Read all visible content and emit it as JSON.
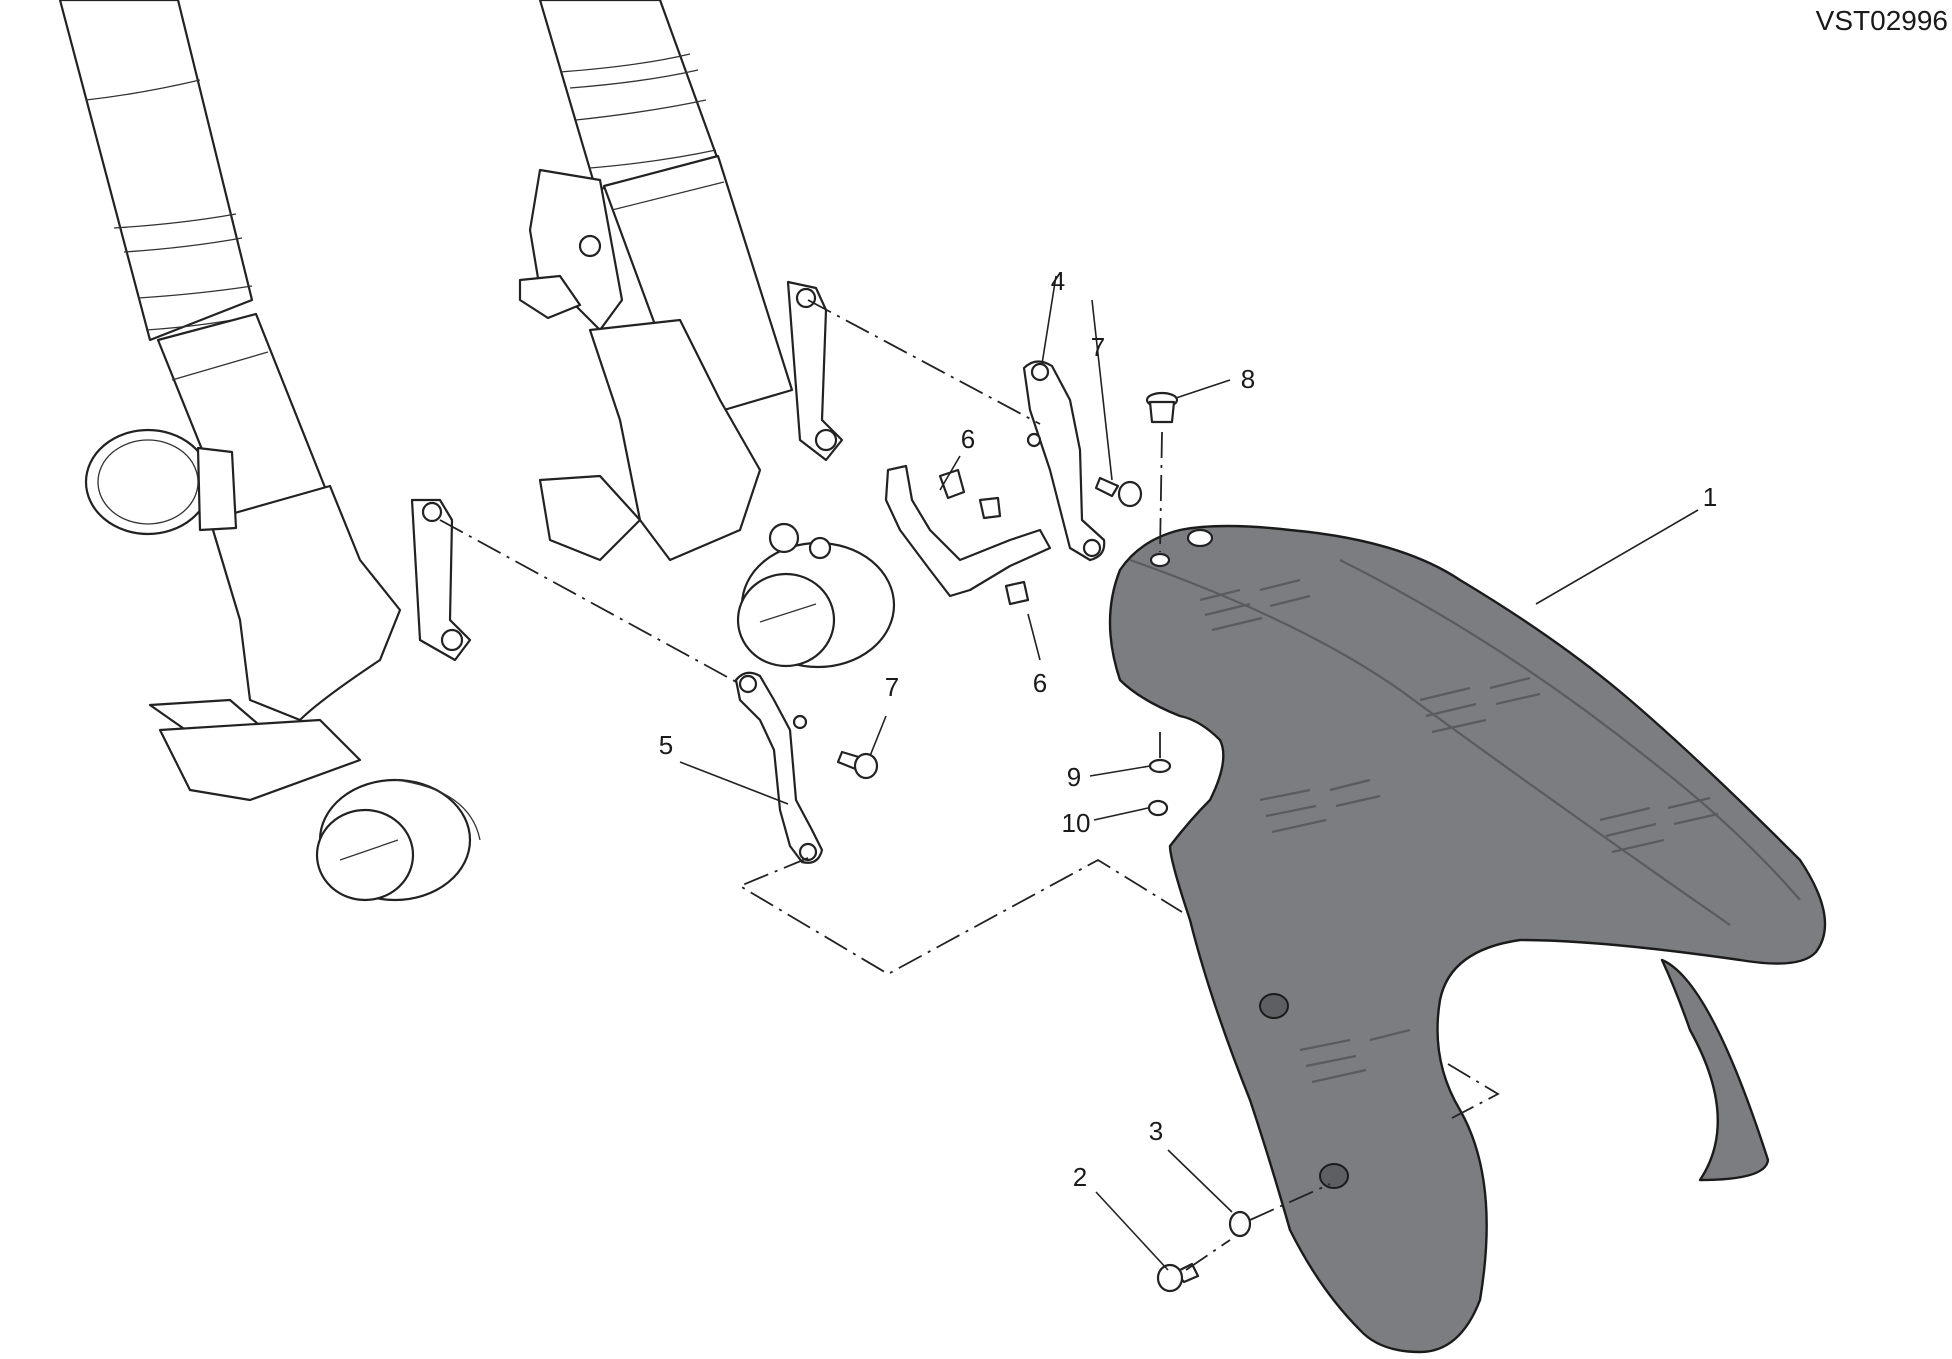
{
  "diagram": {
    "code": "VST02996",
    "callouts": [
      {
        "id": "c1",
        "label": "1"
      },
      {
        "id": "c2",
        "label": "2"
      },
      {
        "id": "c3",
        "label": "3"
      },
      {
        "id": "c4",
        "label": "4"
      },
      {
        "id": "c5",
        "label": "5"
      },
      {
        "id": "c6a",
        "label": "6"
      },
      {
        "id": "c6b",
        "label": "6"
      },
      {
        "id": "c7a",
        "label": "7"
      },
      {
        "id": "c7b",
        "label": "7"
      },
      {
        "id": "c8",
        "label": "8"
      },
      {
        "id": "c9",
        "label": "9"
      },
      {
        "id": "c10",
        "label": "10"
      }
    ],
    "colors": {
      "fender": "#7c7d81",
      "lines": "#222222",
      "background": "#ffffff"
    }
  }
}
